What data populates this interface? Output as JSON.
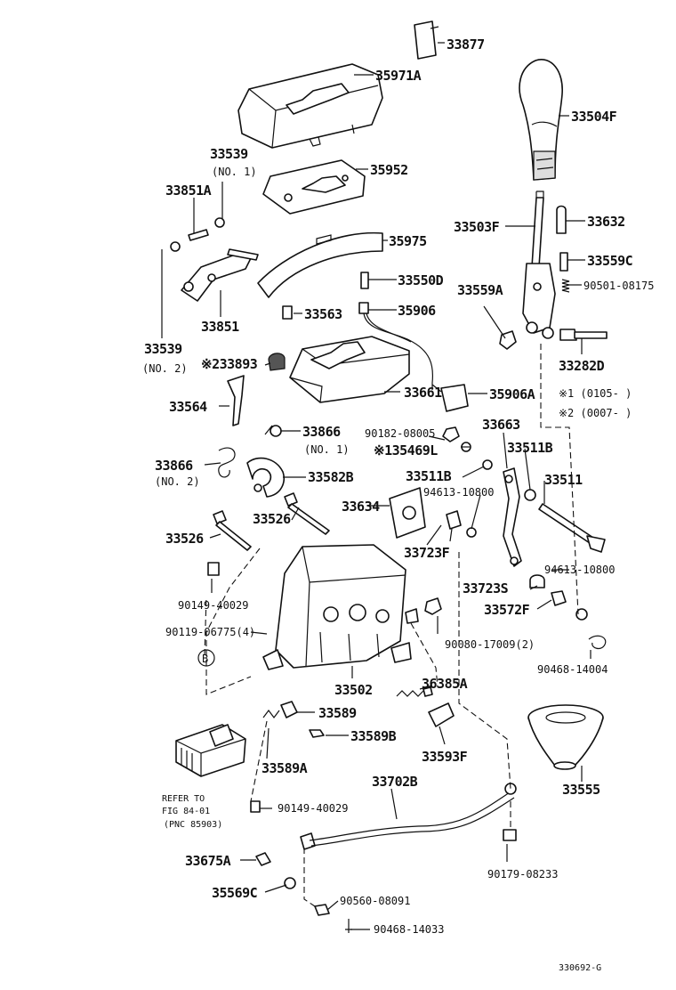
{
  "figure_code": "330692-G",
  "circle_ref": "B",
  "refer_to": [
    "REFER TO",
    "FIG 84-01",
    "(PNC 85903)"
  ],
  "labels": {
    "p33877": "33877",
    "p35971A": "35971A",
    "p33504F": "33504F",
    "p33539a": "33539",
    "p33539a_sub": "(NO. 1)",
    "p35952": "35952",
    "p33851A": "33851A",
    "p33503F": "33503F",
    "p33632": "33632",
    "p35975": "35975",
    "p33559C": "33559C",
    "p33550D": "33550D",
    "p33559A": "33559A",
    "p90501": "90501-08175",
    "p33851": "33851",
    "p33563": "33563",
    "p35906": "35906",
    "p33539b": "33539",
    "p33539b_sub": "(NO. 2)",
    "p33893": "※233893",
    "p33282D": "33282D",
    "p33661": "33661",
    "p35906A": "35906A",
    "note1": "※1 (0105-      )",
    "note2": "※2 (0007-      )",
    "p33564": "33564",
    "p33866a": "33866",
    "p33866a_sub": "(NO. 1)",
    "p90182": "90182-08005",
    "p135469L": "※135469L",
    "p33663": "33663",
    "p33511Ba": "33511B",
    "p33866b": "33866",
    "p33866b_sub": "(NO. 2)",
    "p33582B": "33582B",
    "p33511Bb": "33511B",
    "p94613a": "94613-10800",
    "p33511": "33511",
    "p33634": "33634",
    "p33526a": "33526",
    "p33526b": "33526",
    "p33723F": "33723F",
    "p94613b": "94613-10800",
    "p90149a": "90149-40029",
    "p33723S": "33723S",
    "p33572F": "33572F",
    "p90119": "90119-06775(4)",
    "p90080": "90080-17009(2)",
    "p90468a": "90468-14004",
    "p33502": "33502",
    "p36385A": "36385A",
    "p33589": "33589",
    "p33589B": "33589B",
    "p33593F": "33593F",
    "p33555": "33555",
    "p33589A": "33589A",
    "p33702B": "33702B",
    "p90149b": "90149-40029",
    "p33675A": "33675A",
    "p90179": "90179-08233",
    "p35569C": "35569C",
    "p90560": "90560-08091",
    "p90468b": "90468-14033"
  }
}
